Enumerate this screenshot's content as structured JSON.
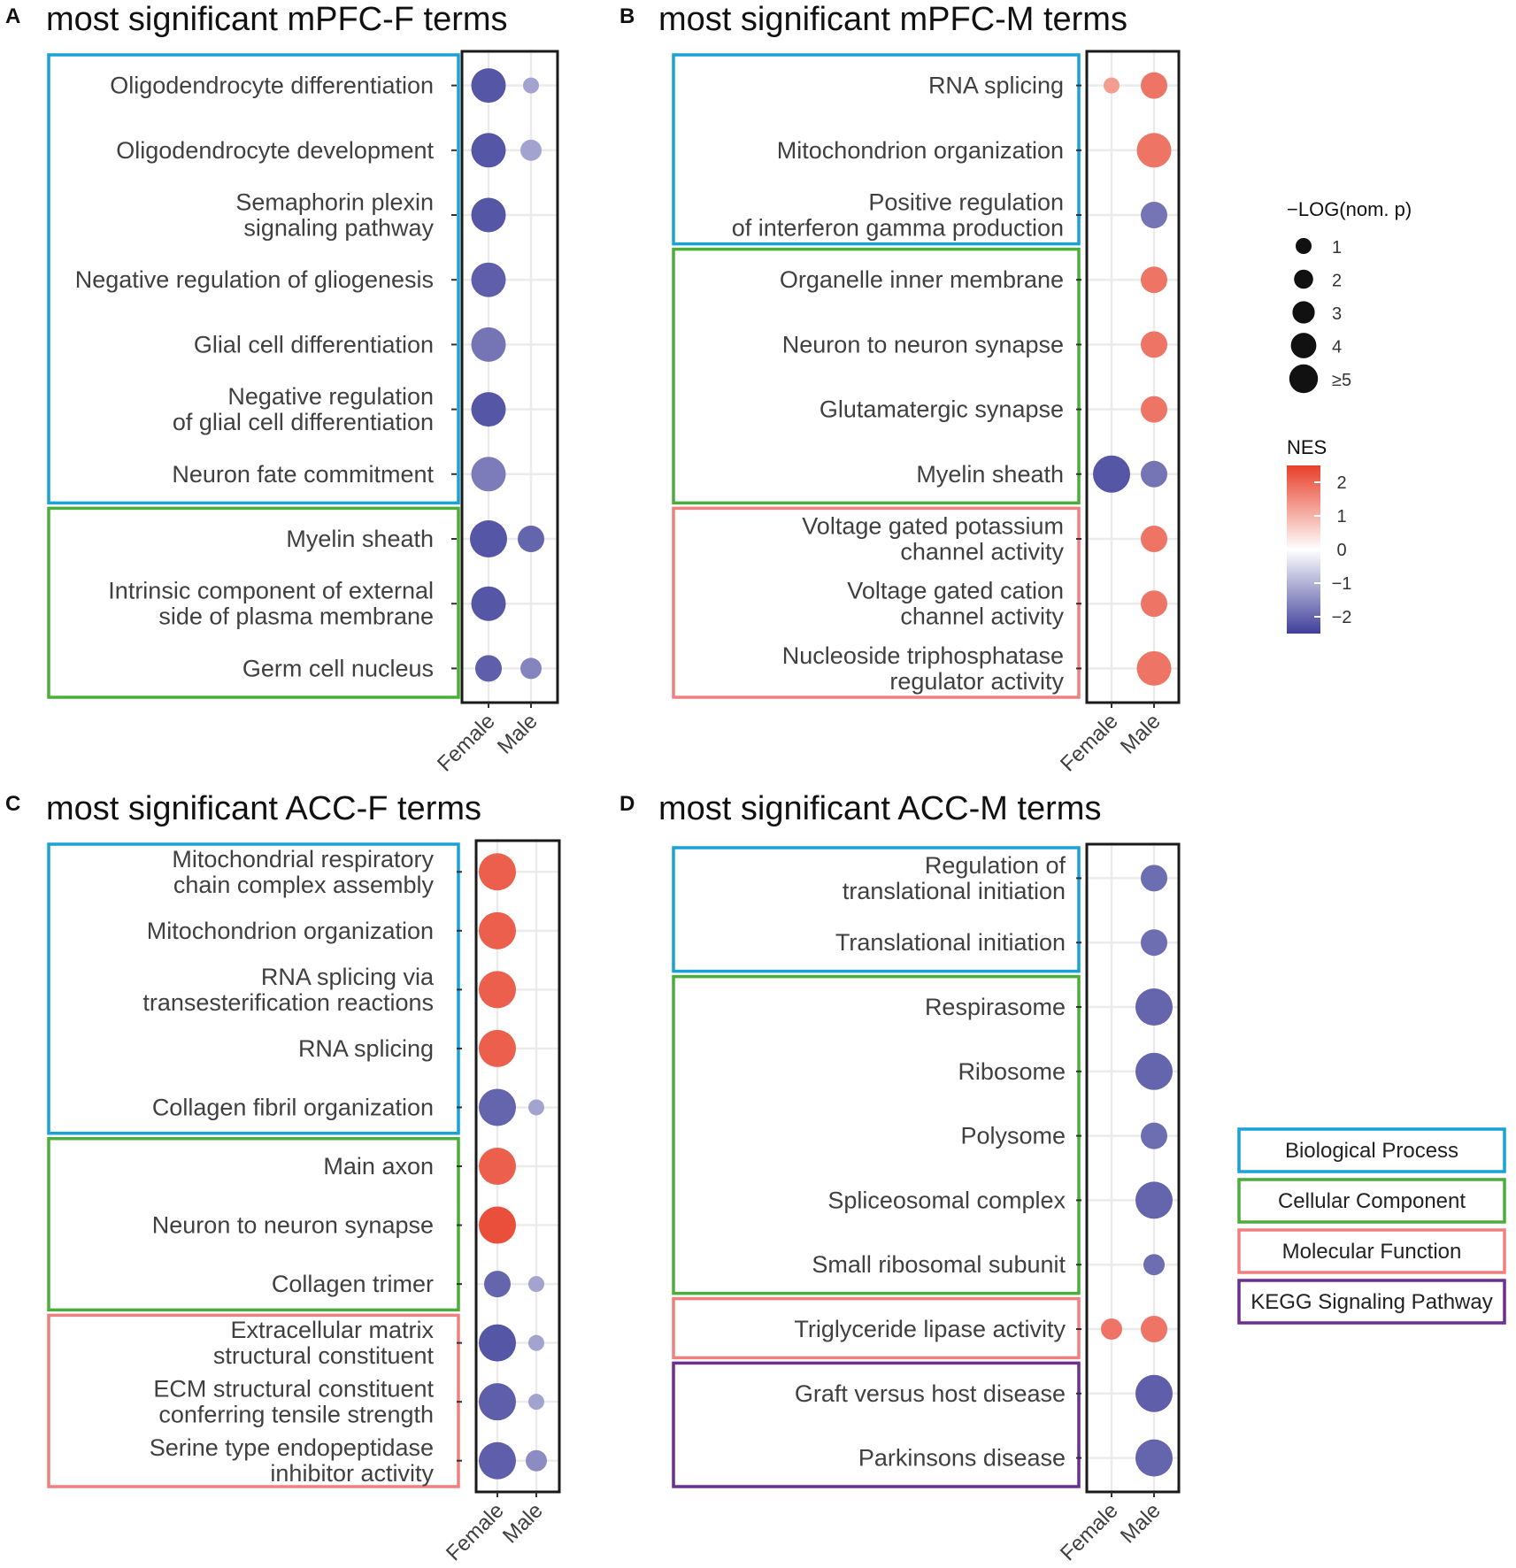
{
  "legend": {
    "size_title": "−LOG(nom. p)",
    "size_labels": [
      "1",
      "2",
      "3",
      "4",
      "≥5"
    ],
    "color_title": "NES",
    "color_ticks": [
      {
        "value": 2,
        "label": "2"
      },
      {
        "value": 1,
        "label": "1"
      },
      {
        "value": 0,
        "label": "0"
      },
      {
        "value": -1,
        "label": "−1"
      },
      {
        "value": -2,
        "label": "−2"
      }
    ],
    "color_low": "#3f3f9a",
    "color_mid": "#ffffff",
    "color_high": "#e8402a",
    "categories": [
      {
        "name": "Biological Process",
        "color": "#1aa1d6"
      },
      {
        "name": "Cellular Component",
        "color": "#4cae3a"
      },
      {
        "name": "Molecular Function",
        "color": "#f08080"
      },
      {
        "name": "KEGG Signaling Pathway",
        "color": "#6b2f8f"
      }
    ]
  },
  "chart_data": [
    {
      "panel": "A",
      "type": "scatter",
      "title": "most significant mPFC-F terms",
      "columns": [
        "Female",
        "Male"
      ],
      "groups": [
        {
          "category": "Biological Process",
          "count": 7
        },
        {
          "category": "Cellular Component",
          "count": 3
        }
      ],
      "terms": [
        {
          "label": [
            "Oligodendrocyte differentiation"
          ],
          "female": {
            "nes": -2.2,
            "logp": 4.5
          },
          "male": {
            "nes": -1.2,
            "logp": 1
          }
        },
        {
          "label": [
            "Oligodendrocyte development"
          ],
          "female": {
            "nes": -2.2,
            "logp": 4.5
          },
          "male": {
            "nes": -1.2,
            "logp": 2
          }
        },
        {
          "label": [
            "Semaphorin plexin",
            "signaling pathway"
          ],
          "female": {
            "nes": -2.2,
            "logp": 4.5
          },
          "male": null
        },
        {
          "label": [
            "Negative regulation of gliogenesis"
          ],
          "female": {
            "nes": -2.1,
            "logp": 4.5
          },
          "male": null
        },
        {
          "label": [
            "Glial cell differentiation"
          ],
          "female": {
            "nes": -1.8,
            "logp": 4.5
          },
          "male": null
        },
        {
          "label": [
            "Negative regulation",
            "of glial cell differentiation"
          ],
          "female": {
            "nes": -2.2,
            "logp": 4.5
          },
          "male": null
        },
        {
          "label": [
            "Neuron fate commitment"
          ],
          "female": {
            "nes": -1.7,
            "logp": 4.5
          },
          "male": null
        },
        {
          "label": [
            "Myelin sheath"
          ],
          "female": {
            "nes": -2.2,
            "logp": 5
          },
          "male": {
            "nes": -2,
            "logp": 3
          }
        },
        {
          "label": [
            "Intrinsic component of external",
            "side of plasma membrane"
          ],
          "female": {
            "nes": -2.2,
            "logp": 4.5
          },
          "male": null
        },
        {
          "label": [
            "Germ cell nucleus"
          ],
          "female": {
            "nes": -2.1,
            "logp": 3
          },
          "male": {
            "nes": -1.6,
            "logp": 2
          }
        }
      ]
    },
    {
      "panel": "B",
      "type": "scatter",
      "title": "most significant mPFC-M terms",
      "columns": [
        "Female",
        "Male"
      ],
      "groups": [
        {
          "category": "Biological Process",
          "count": 3
        },
        {
          "category": "Cellular Component",
          "count": 4
        },
        {
          "category": "Molecular Function",
          "count": 3
        }
      ],
      "terms": [
        {
          "label": [
            "RNA splicing"
          ],
          "female": {
            "nes": 1.3,
            "logp": 1
          },
          "male": {
            "nes": 1.8,
            "logp": 3
          }
        },
        {
          "label": [
            "Mitochondrion organization"
          ],
          "female": null,
          "male": {
            "nes": 1.8,
            "logp": 4.5
          }
        },
        {
          "label": [
            "Positive regulation",
            "of interferon gamma production"
          ],
          "female": null,
          "male": {
            "nes": -1.8,
            "logp": 3
          }
        },
        {
          "label": [
            "Organelle inner membrane"
          ],
          "female": null,
          "male": {
            "nes": 1.8,
            "logp": 3
          }
        },
        {
          "label": [
            "Neuron to neuron synapse"
          ],
          "female": null,
          "male": {
            "nes": 1.8,
            "logp": 3
          }
        },
        {
          "label": [
            "Glutamatergic synapse"
          ],
          "female": null,
          "male": {
            "nes": 1.8,
            "logp": 3
          }
        },
        {
          "label": [
            "Myelin sheath"
          ],
          "female": {
            "nes": -2.2,
            "logp": 5
          },
          "male": {
            "nes": -1.8,
            "logp": 3
          }
        },
        {
          "label": [
            "Voltage gated potassium",
            "channel activity"
          ],
          "female": null,
          "male": {
            "nes": 1.8,
            "logp": 3
          }
        },
        {
          "label": [
            "Voltage gated cation",
            "channel activity"
          ],
          "female": null,
          "male": {
            "nes": 1.8,
            "logp": 3
          }
        },
        {
          "label": [
            "Nucleoside triphosphatase",
            "regulator activity"
          ],
          "female": null,
          "male": {
            "nes": 1.8,
            "logp": 4.5
          }
        }
      ]
    },
    {
      "panel": "C",
      "type": "scatter",
      "title": "most significant ACC-F terms",
      "columns": [
        "Female",
        "Male"
      ],
      "groups": [
        {
          "category": "Biological Process",
          "count": 5
        },
        {
          "category": "Cellular Component",
          "count": 3
        },
        {
          "category": "Molecular Function",
          "count": 3
        }
      ],
      "terms": [
        {
          "label": [
            "Mitochondrial respiratory",
            "chain complex assembly"
          ],
          "female": {
            "nes": 2.1,
            "logp": 5
          },
          "male": null
        },
        {
          "label": [
            "Mitochondrion organization"
          ],
          "female": {
            "nes": 2.1,
            "logp": 5
          },
          "male": null
        },
        {
          "label": [
            "RNA splicing via",
            "transesterification reactions"
          ],
          "female": {
            "nes": 2.1,
            "logp": 5
          },
          "male": null
        },
        {
          "label": [
            "RNA splicing"
          ],
          "female": {
            "nes": 2.1,
            "logp": 5
          },
          "male": null
        },
        {
          "label": [
            "Collagen fibril organization"
          ],
          "female": {
            "nes": -2,
            "logp": 5
          },
          "male": {
            "nes": -1.2,
            "logp": 1
          }
        },
        {
          "label": [
            "Main axon"
          ],
          "female": {
            "nes": 2.1,
            "logp": 5
          },
          "male": null
        },
        {
          "label": [
            "Neuron to neuron synapse"
          ],
          "female": {
            "nes": 2.3,
            "logp": 5
          },
          "male": null
        },
        {
          "label": [
            "Collagen trimer"
          ],
          "female": {
            "nes": -2,
            "logp": 3
          },
          "male": {
            "nes": -1.2,
            "logp": 1
          }
        },
        {
          "label": [
            "Extracellular matrix",
            "structural constituent"
          ],
          "female": {
            "nes": -2.2,
            "logp": 5
          },
          "male": {
            "nes": -1.2,
            "logp": 1
          }
        },
        {
          "label": [
            "ECM structural constituent",
            "conferring tensile strength"
          ],
          "female": {
            "nes": -2.1,
            "logp": 5
          },
          "male": {
            "nes": -1.2,
            "logp": 1
          }
        },
        {
          "label": [
            "Serine type endopeptidase",
            "inhibitor activity"
          ],
          "female": {
            "nes": -2.1,
            "logp": 5
          },
          "male": {
            "nes": -1.5,
            "logp": 2
          }
        }
      ]
    },
    {
      "panel": "D",
      "type": "scatter",
      "title": "most significant ACC-M terms",
      "columns": [
        "Female",
        "Male"
      ],
      "groups": [
        {
          "category": "Biological Process",
          "count": 2
        },
        {
          "category": "Cellular Component",
          "count": 5
        },
        {
          "category": "Molecular Function",
          "count": 1
        },
        {
          "category": "KEGG Signaling Pathway",
          "count": 2
        }
      ],
      "terms": [
        {
          "label": [
            "Regulation of",
            "translational initiation"
          ],
          "female": null,
          "male": {
            "nes": -1.9,
            "logp": 3
          }
        },
        {
          "label": [
            "Translational initiation"
          ],
          "female": null,
          "male": {
            "nes": -1.9,
            "logp": 3
          }
        },
        {
          "label": [
            "Respirasome"
          ],
          "female": null,
          "male": {
            "nes": -2,
            "logp": 5
          }
        },
        {
          "label": [
            "Ribosome"
          ],
          "female": null,
          "male": {
            "nes": -2,
            "logp": 5
          }
        },
        {
          "label": [
            "Polysome"
          ],
          "female": null,
          "male": {
            "nes": -1.9,
            "logp": 3
          }
        },
        {
          "label": [
            "Spliceosomal complex"
          ],
          "female": null,
          "male": {
            "nes": -2,
            "logp": 5
          }
        },
        {
          "label": [
            "Small ribosomal subunit"
          ],
          "female": null,
          "male": {
            "nes": -1.9,
            "logp": 2
          }
        },
        {
          "label": [
            "Triglyceride lipase activity"
          ],
          "female": {
            "nes": 1.8,
            "logp": 2
          },
          "male": {
            "nes": 1.8,
            "logp": 3
          }
        },
        {
          "label": [
            "Graft versus host disease"
          ],
          "female": null,
          "male": {
            "nes": -2.1,
            "logp": 5
          }
        },
        {
          "label": [
            "Parkinsons disease"
          ],
          "female": null,
          "male": {
            "nes": -2,
            "logp": 5
          }
        }
      ]
    }
  ]
}
